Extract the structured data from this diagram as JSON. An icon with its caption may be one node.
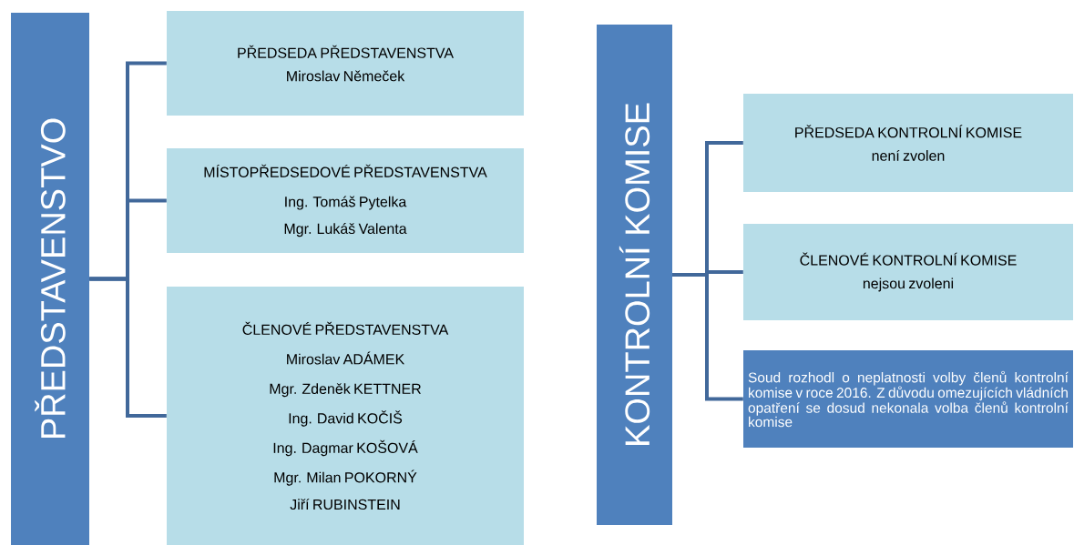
{
  "diagram": {
    "nodes": [
      {
        "text": [
          "PŘEDSTAVENSTVO"
        ]
      },
      {
        "text": [
          "PŘEDSEDA PŘEDSTAVENSTVA",
          "Miroslav Němeček"
        ]
      },
      {
        "text": [
          "MÍSTOPŘEDSEDOVÉ PŘEDSTAVENSTVA",
          "Ing. Tomáš Pytelka",
          "Mgr. Lukáš Valenta"
        ]
      },
      {
        "text": [
          "ČLENOVÉ PŘEDSTAVENSTVA",
          "Miroslav ADÁMEK",
          "Mgr. Zdeněk KETTNER",
          "Ing. David KOČIŠ",
          "Ing. Dagmar KOŠOVÁ",
          "Mgr. Milan POKORNÝ",
          "Jiří RUBINSTEIN"
        ]
      },
      {
        "text": [
          "KONTROLNÍ KOMISE"
        ]
      },
      {
        "text": [
          "PŘEDSEDA KONTROLNÍ KOMISE",
          "není zvolen"
        ]
      },
      {
        "text": [
          "ČLENOVÉ KONTROLNÍ KOMISE",
          "nejsou zvoleni"
        ]
      },
      {
        "text": [
          "Soud rozhodl o neplatnosti volby členů kontrolní komise v roce 2016. Z důvodu omezujících vládních opatření se dosud nekonala volba členů kontrolní komise"
        ]
      }
    ],
    "edges": [
      {
        "from": 0,
        "to": 1,
        "arrow": "none"
      },
      {
        "from": 0,
        "to": 2,
        "arrow": "none"
      },
      {
        "from": 0,
        "to": 3,
        "arrow": "none"
      },
      {
        "from": 4,
        "to": 5,
        "arrow": "none"
      },
      {
        "from": 4,
        "to": 6,
        "arrow": "none"
      },
      {
        "from": 4,
        "to": 7,
        "arrow": "none"
      }
    ]
  }
}
